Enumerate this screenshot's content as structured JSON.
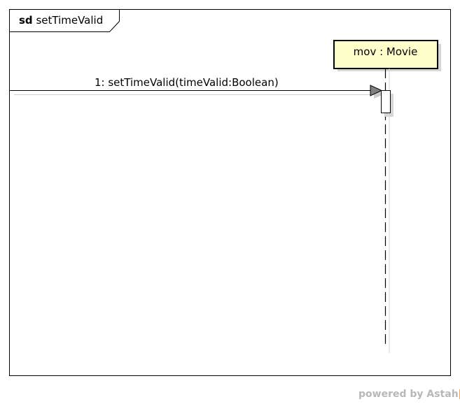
{
  "frame": {
    "keyword": "sd",
    "name": "setTimeValid"
  },
  "lifeline": {
    "label": "mov : Movie",
    "fill_color": "#ffffcc"
  },
  "message": {
    "label": "1: setTimeValid(timeValid:Boolean)"
  },
  "watermark": {
    "text": "powered by Astah",
    "logo": "astah-logo-icon",
    "logo_color": "#f4a460"
  }
}
